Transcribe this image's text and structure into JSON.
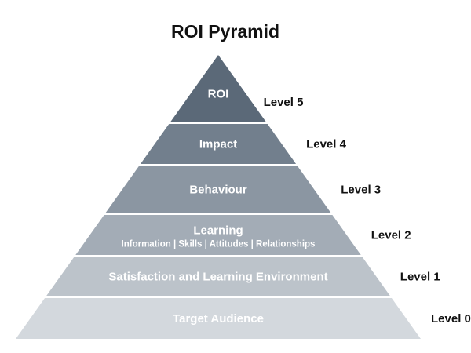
{
  "title": "ROI Pyramid",
  "tiers": [
    {
      "label": "ROI",
      "level": "Level 5",
      "color": "#5b6978"
    },
    {
      "label": "Impact",
      "level": "Level 4",
      "color": "#727f8d"
    },
    {
      "label": "Behaviour",
      "level": "Level 3",
      "color": "#8b96a2"
    },
    {
      "label": "Learning",
      "sublabel": "Information | Skills | Attitudes | Relationships",
      "level": "Level 2",
      "color": "#a3acb6"
    },
    {
      "label": "Satisfaction and Learning Environment",
      "level": "Level 1",
      "color": "#bcc3ca"
    },
    {
      "label": "Target Audience",
      "level": "Level 0",
      "color": "#d3d8dd"
    }
  ]
}
